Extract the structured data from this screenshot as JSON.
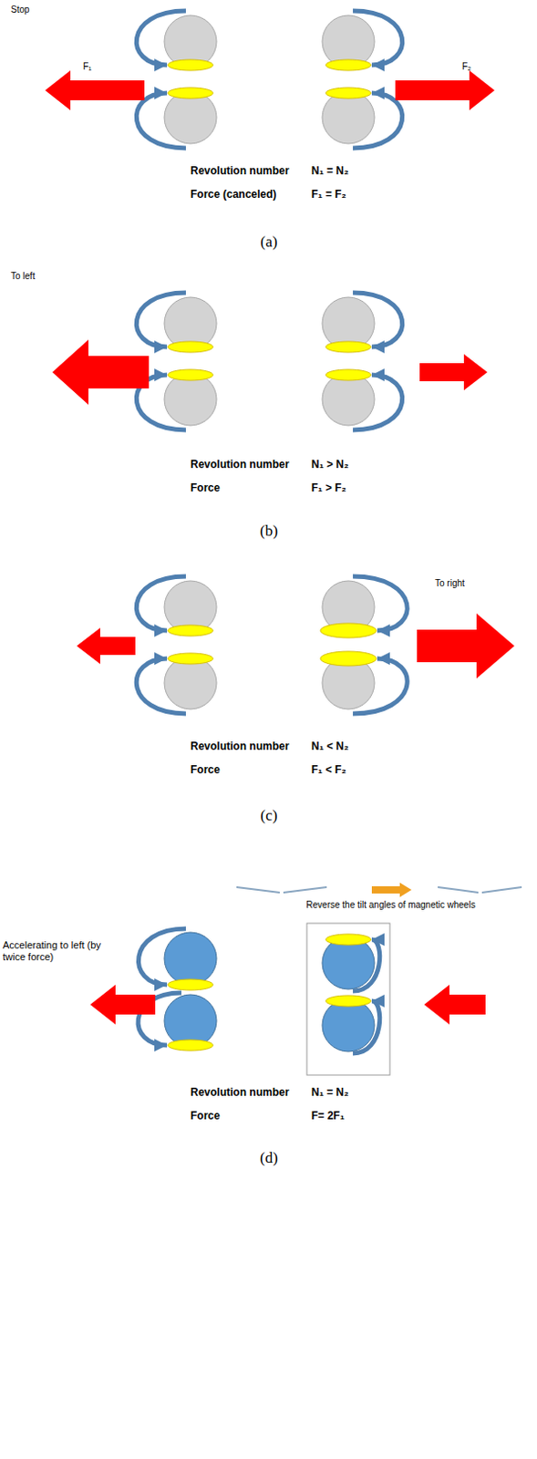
{
  "diagram": {
    "labels": [
      "Stop",
      "F₁",
      "F₂",
      "Revolution number",
      "N₁ = N₂",
      "Force (canceled)",
      "F₁ = F₂",
      "(a)",
      "To left",
      "Revolution number",
      "N₁ > N₂",
      "Force",
      "F₁ > F₂",
      "(b)",
      "To right",
      "Revolution number",
      "N₁ < N₂",
      "Force",
      "F₁ < F₂",
      "(c)",
      "Reverse the tilt angles of magnetic wheels",
      "Accelerating to left (by twice force)",
      "Revolution number",
      "N₁ = N₂",
      "Force",
      "F= 2F₁",
      "(d)"
    ]
  }
}
